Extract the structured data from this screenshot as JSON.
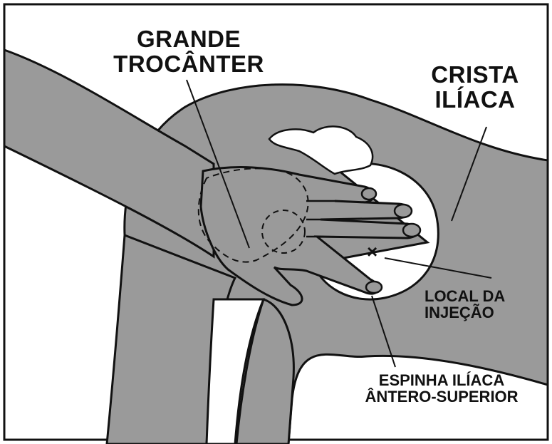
{
  "labels": {
    "grande_trocanter_line1": "GRANDE",
    "grande_trocanter_line2": "TROCÂNTER",
    "crista_iliaca_line1": "CRISTA",
    "crista_iliaca_line2": "ILÍACA",
    "local_injecao_line1": "LOCAL DA",
    "local_injecao_line2": "INJEÇÃO",
    "espinha_line1": "ESPINHA ILÍACA",
    "espinha_line2": "ÂNTERO-SUPERIOR",
    "injection_mark": "×"
  },
  "colors": {
    "body_fill": "#9a9a9a",
    "outline": "#111111",
    "background": "#ffffff"
  }
}
